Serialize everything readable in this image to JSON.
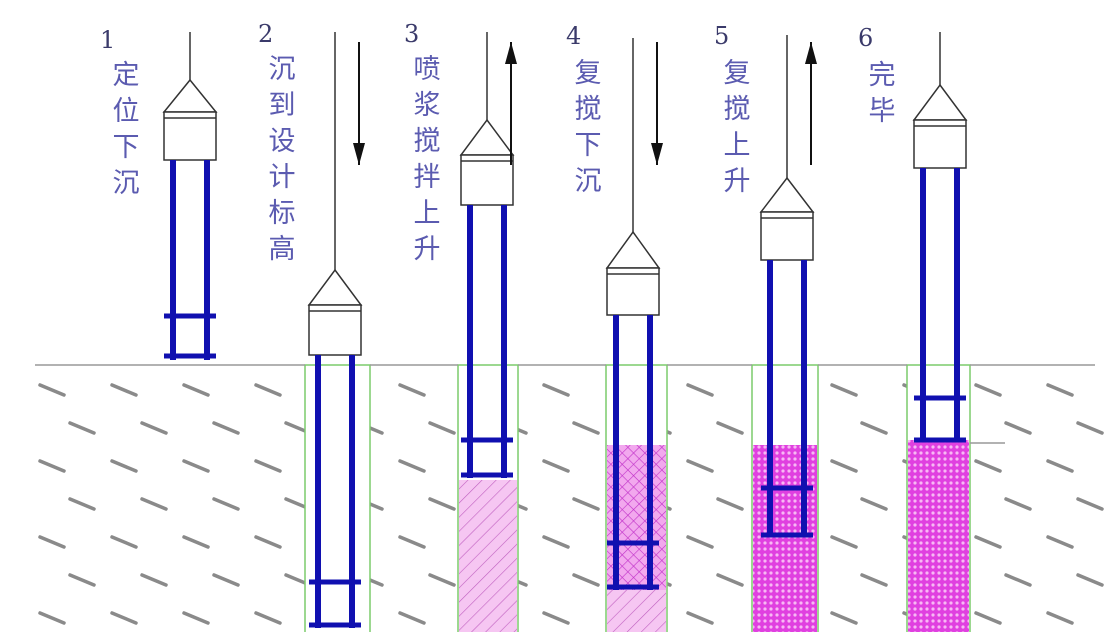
{
  "steps": [
    {
      "number": "1",
      "label": "定位下沉",
      "direction": "none",
      "fill": "none"
    },
    {
      "number": "2",
      "label": "沉到设计标高",
      "direction": "down",
      "fill": "none"
    },
    {
      "number": "3",
      "label": "喷浆搅拌上升",
      "direction": "up",
      "fill": "hatched"
    },
    {
      "number": "4",
      "label": "复搅下沉",
      "direction": "down",
      "fill": "crosshatched"
    },
    {
      "number": "5",
      "label": "复搅上升",
      "direction": "up",
      "fill": "dense"
    },
    {
      "number": "6",
      "label": "完毕",
      "direction": "none",
      "fill": "dense"
    }
  ],
  "colors": {
    "rod": "#1010b0",
    "grout": "#e040e0",
    "grout_light": "#f6c6f2",
    "soil_hatch": "#8a8a8a",
    "hole_outline": "#7ccc6c",
    "label": "#5b5bb0"
  }
}
